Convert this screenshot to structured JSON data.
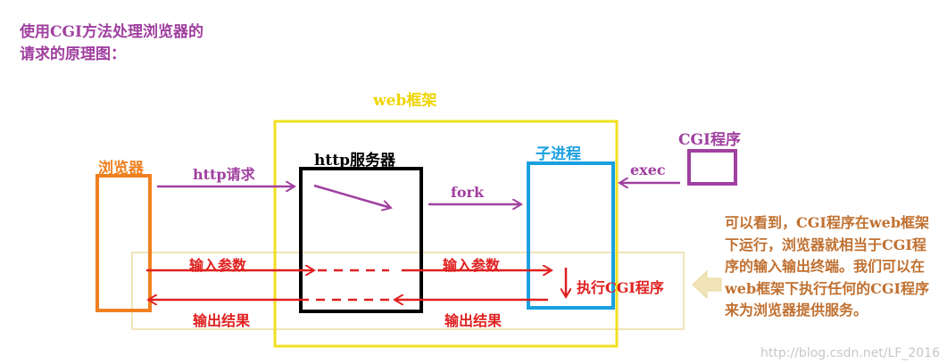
{
  "title": "使用CGI方法处理浏览器的请求的原理图：",
  "labels": {
    "web_framework": "web框架",
    "browser": "浏览器",
    "http_server": "http服务器",
    "child_process": "子进程",
    "cgi_program": "CGI程序"
  },
  "edges": {
    "http_request": "http请求",
    "fork": "fork",
    "exec": "exec",
    "input_params_left": "输入参数",
    "input_params_right": "输入参数",
    "output_result_left": "输出结果",
    "output_result_right": "输出结果",
    "execute_cgi": "执行CGI程序"
  },
  "note": "可以看到，CGI程序在web框架下运行，浏览器就相当于CGI程序的输入输出终端。我们可以在web框架下执行任何的CGI程序来为浏览器提供服务。",
  "watermark": "http://blog.csdn.net/LF_2016",
  "colors": {
    "yellow": "#f0e020",
    "orange": "#f08020",
    "black": "#000000",
    "blue": "#1aa0e0",
    "purple": "#a040a0",
    "red": "#e02020",
    "beige": "#f0e4b8"
  }
}
